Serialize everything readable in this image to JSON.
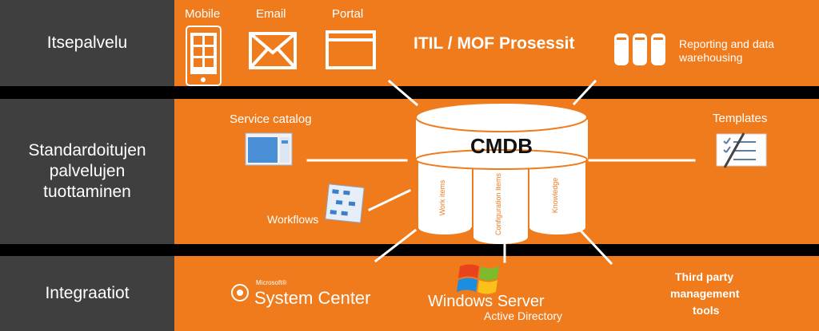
{
  "rows": {
    "row1_label": "Itsepalvelu",
    "row2_label": "Standardoitujen palvelujen tuottaminen",
    "row3_label": "Integraatiot"
  },
  "top": {
    "mobile": "Mobile",
    "email": "Email",
    "portal": "Portal",
    "process": "ITIL / MOF Prosessit",
    "reporting_line1": "Reporting and data",
    "reporting_line2": "warehousing"
  },
  "middle": {
    "service_catalog": "Service catalog",
    "templates": "Templates",
    "workflows": "Workflows"
  },
  "cmdb": {
    "title": "CMDB",
    "col1": "Work items",
    "col2": "Configuration Items",
    "col3": "Knowledge"
  },
  "bottom": {
    "microsoft": "Microsoft®",
    "system_center": "System Center",
    "windows_server": "Windows Server",
    "active_directory": "Active Directory",
    "third_party_line1": "Third party",
    "third_party_line2": "management",
    "third_party_line3": "tools"
  },
  "colors": {
    "orange": "#f07b1c",
    "dark": "#3f3f3f",
    "white": "#ffffff"
  }
}
